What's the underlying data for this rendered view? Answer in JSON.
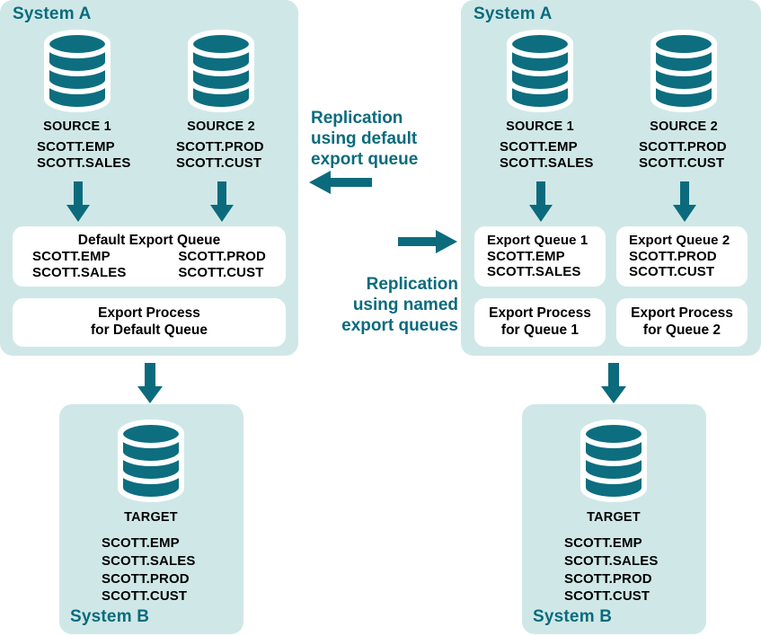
{
  "theme": {
    "panel_bg": "#cfe8e7",
    "teal": "#0b6b7d",
    "db_fill": "#0d6e80",
    "box_bg": "#ffffff",
    "text": "#000000"
  },
  "left_diagram": {
    "system_a_label": "System A",
    "sources": [
      {
        "name": "SOURCE 1",
        "icon": "database-icon",
        "tables": [
          "SCOTT.EMP",
          "SCOTT.SALES"
        ]
      },
      {
        "name": "SOURCE 2",
        "icon": "database-icon",
        "tables": [
          "SCOTT.PROD",
          "SCOTT.CUST"
        ]
      }
    ],
    "queue_box": {
      "title": "Default Export Queue",
      "column_left": [
        "SCOTT.EMP",
        "SCOTT.SALES"
      ],
      "column_right": [
        "SCOTT.PROD",
        "SCOTT.CUST"
      ]
    },
    "process_box": {
      "line1": "Export Process",
      "line2": "for Default Queue"
    },
    "target_panel": {
      "system_b_label": "System B",
      "target_name": "TARGET",
      "icon": "database-icon",
      "tables": [
        "SCOTT.EMP",
        "SCOTT.SALES",
        "SCOTT.PROD",
        "SCOTT.CUST"
      ]
    }
  },
  "center": {
    "top_caption": [
      "Replication",
      "using default",
      "export queue"
    ],
    "top_arrow_icon": "arrow-left-icon",
    "bottom_arrow_icon": "arrow-right-icon",
    "bottom_caption": [
      "Replication",
      "using named",
      "export queues"
    ]
  },
  "right_diagram": {
    "system_a_label": "System A",
    "sources": [
      {
        "name": "SOURCE 1",
        "icon": "database-icon",
        "tables": [
          "SCOTT.EMP",
          "SCOTT.SALES"
        ]
      },
      {
        "name": "SOURCE 2",
        "icon": "database-icon",
        "tables": [
          "SCOTT.PROD",
          "SCOTT.CUST"
        ]
      }
    ],
    "queue_boxes": [
      {
        "title": "Export Queue 1",
        "tables": [
          "SCOTT.EMP",
          "SCOTT.SALES"
        ]
      },
      {
        "title": "Export Queue 2",
        "tables": [
          "SCOTT.PROD",
          "SCOTT.CUST"
        ]
      }
    ],
    "process_boxes": [
      {
        "line1": "Export Process",
        "line2": "for Queue 1"
      },
      {
        "line1": "Export Process",
        "line2": "for Queue 2"
      }
    ],
    "target_panel": {
      "system_b_label": "System B",
      "target_name": "TARGET",
      "icon": "database-icon",
      "tables": [
        "SCOTT.EMP",
        "SCOTT.SALES",
        "SCOTT.PROD",
        "SCOTT.CUST"
      ]
    }
  }
}
